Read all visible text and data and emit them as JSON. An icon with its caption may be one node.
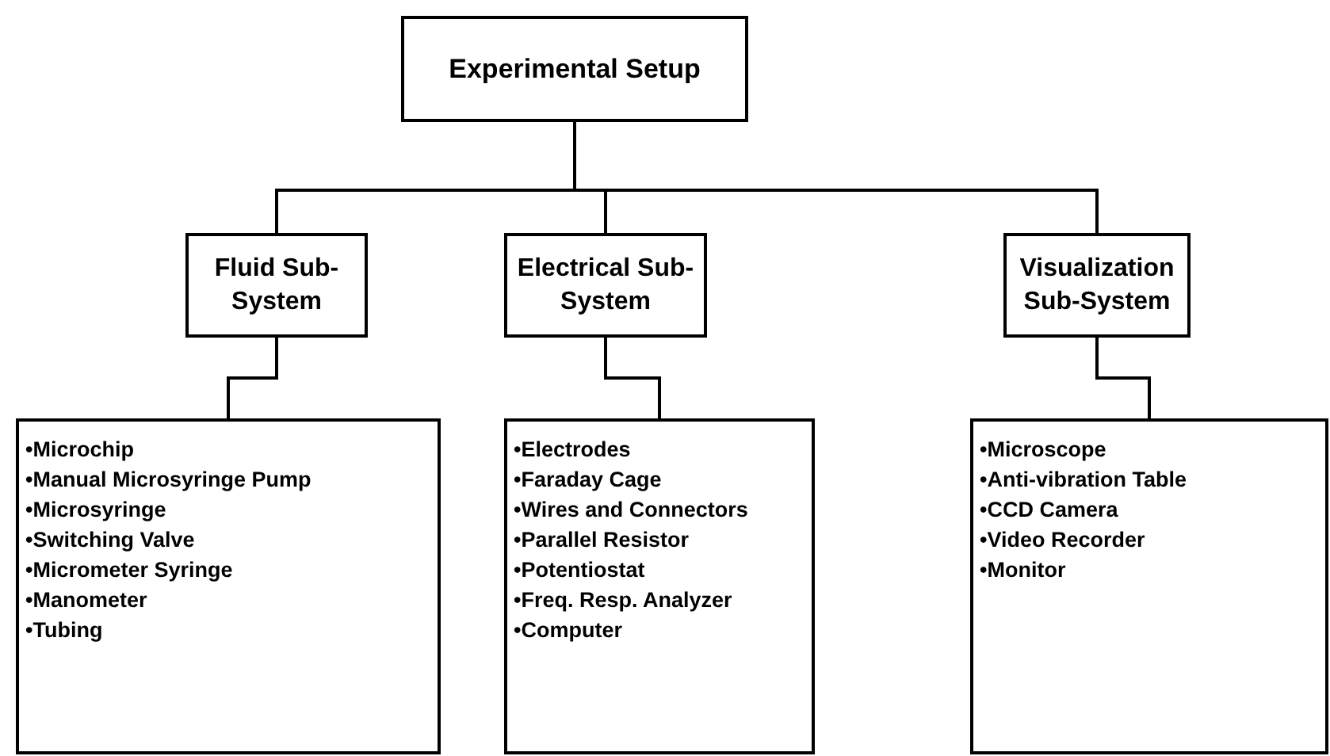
{
  "diagram": {
    "nodes": [
      {
        "text": [
          "Experimental Setup"
        ]
      },
      {
        "text": [
          "Fluid Sub-System"
        ]
      },
      {
        "text": [
          "Electrical Sub-System"
        ]
      },
      {
        "text": [
          "Visualization Sub-System"
        ]
      },
      {
        "text": [
          "•Microchip",
          "•Manual Microsyringe Pump",
          "•Microsyringe",
          "•Switching Valve",
          "•Micrometer Syringe",
          "•Manometer",
          "•Tubing"
        ]
      },
      {
        "text": [
          "•Electrodes",
          "•Faraday Cage",
          "•Wires and Connectors",
          "•Parallel Resistor",
          "•Potentiostat",
          "•Freq. Resp. Analyzer",
          "•Computer"
        ]
      },
      {
        "text": [
          "•Microscope",
          "•Anti-vibration Table",
          "•CCD Camera",
          "•Video Recorder",
          "•Monitor"
        ]
      }
    ],
    "edges": [
      {
        "from": 0,
        "to": 1,
        "arrow": "none"
      },
      {
        "from": 0,
        "to": 2,
        "arrow": "none"
      },
      {
        "from": 0,
        "to": 3,
        "arrow": "none"
      },
      {
        "from": 1,
        "to": 4,
        "arrow": "none"
      },
      {
        "from": 2,
        "to": 5,
        "arrow": "none"
      },
      {
        "from": 3,
        "to": 6,
        "arrow": "none"
      }
    ]
  }
}
